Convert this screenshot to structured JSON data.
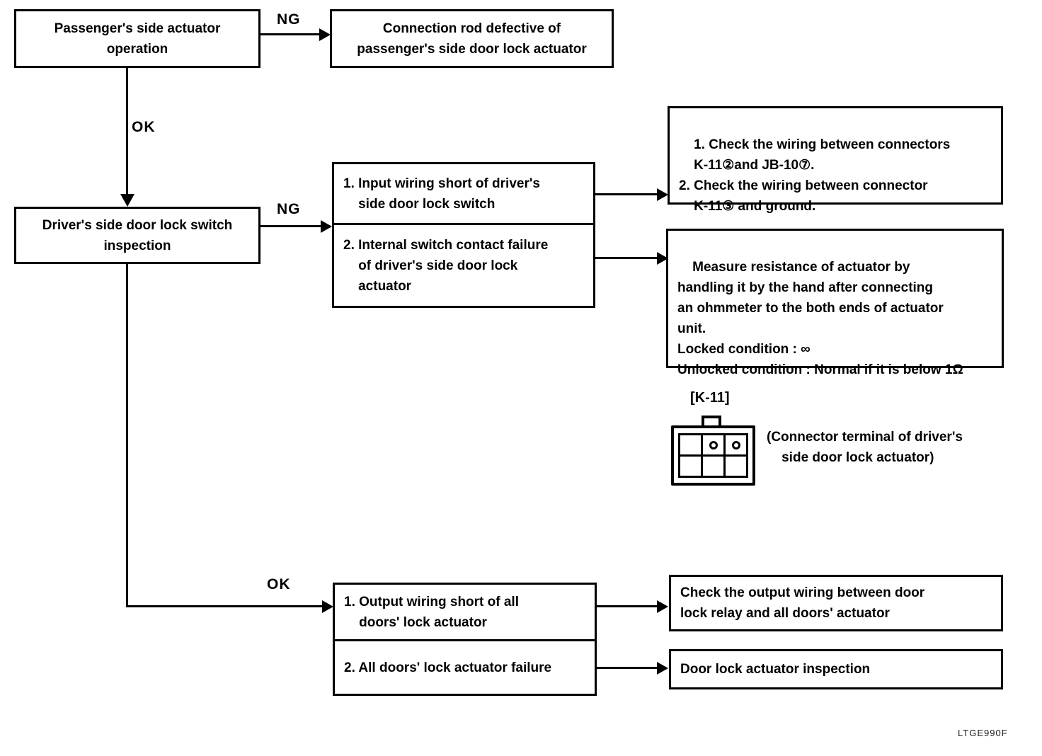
{
  "diagram": {
    "nodes": {
      "passenger_actuator_operation": "Passenger's side actuator\noperation",
      "connection_rod_defective": "Connection rod defective of\npassenger's side door lock actuator",
      "driver_switch_inspection": "Driver's side door lock switch\ninspection",
      "driver_causes": {
        "item1": "1. Input wiring short of driver's\n    side door lock switch",
        "item2": "2. Internal switch contact failure\n    of driver's side door lock\n    actuator"
      },
      "wiring_checks": "1. Check the wiring between connectors\n    K-11②and JB-10⑦.\n2. Check the wiring between connector\n    K-11③ and ground.",
      "measure_resistance": "Measure resistance of actuator by\nhandling it by the hand after connecting\nan ohmmeter to the both ends of actuator\nunit.\nLocked condition : ∞\nUnlocked condition : Normal if it is below 1Ω",
      "output_causes": {
        "item1": "1. Output wiring short of all\n    doors' lock actuator",
        "item2": "2. All doors' lock actuator failure"
      },
      "check_output_wiring": "Check the output wiring between door\nlock relay and all doors' actuator",
      "door_lock_actuator_inspection": "Door lock actuator inspection"
    },
    "edge_labels": {
      "ng_top": "NG",
      "ok_top": "OK",
      "ng_mid": "NG",
      "ok_bottom": "OK"
    },
    "connector": {
      "label": "[K-11]",
      "caption": "(Connector terminal of driver's\n    side door lock actuator)"
    },
    "figure_code": "LTGE990F",
    "colors": {
      "line": "#000000",
      "background": "#ffffff"
    }
  }
}
